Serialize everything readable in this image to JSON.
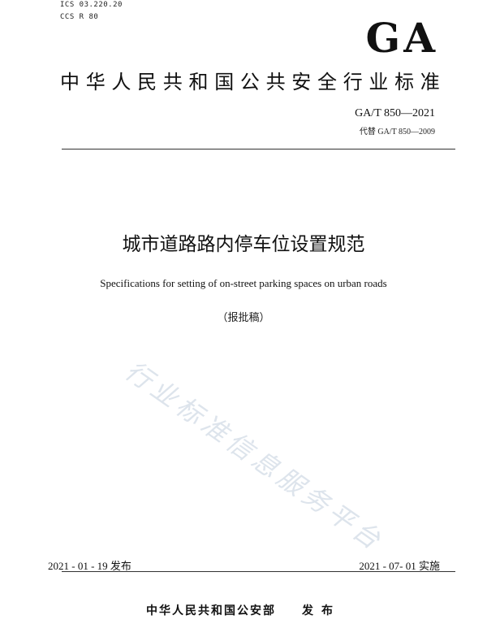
{
  "header": {
    "ics": "ICS 03.220.20",
    "ccs": "CCS R 80",
    "logo": "GA"
  },
  "standard": {
    "category": "中华人民共和国公共安全行业标准",
    "code": "GA/T 850—2021",
    "replaces": "代替 GA/T  850—2009"
  },
  "title": {
    "chinese": "城市道路路内停车位设置规范",
    "english": "Specifications for setting of on-street parking spaces on urban roads",
    "status": "（报批稿）"
  },
  "watermark": "行业标准信息服务平台",
  "dates": {
    "published": "2021 - 01 - 19 发布",
    "implemented": "2021 - 07- 01 实施"
  },
  "publisher": {
    "organization": "中华人民共和国公安部",
    "action": "发布"
  }
}
